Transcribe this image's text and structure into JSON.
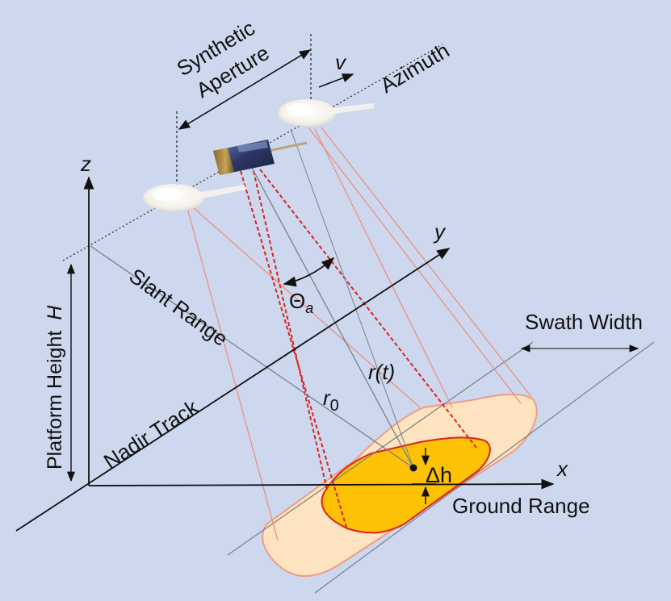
{
  "labels": {
    "synthetic": "Synthetic",
    "aperture": "Aperture",
    "velocity": "v",
    "azimuth": "Azimuth",
    "z_axis": "z",
    "y_axis": "y",
    "x_axis": "x",
    "platform_height": "Platform Height",
    "platform_height_symbol": "H",
    "slant_range": "Slant Range",
    "theta": "Θ",
    "theta_sub": "a",
    "swath_width": "Swath Width",
    "r_of_t": "r(t)",
    "r_zero": "r",
    "r_zero_sub": "0",
    "nadir_track": "Nadir Track",
    "delta_h": "Δh",
    "ground_range": "Ground Range"
  },
  "colors": {
    "background": "#cdd8ee",
    "beam_center": "#d8241f",
    "beam_edge": "#ec8f80",
    "footprint_outer": "#fde3bf",
    "footprint_inner": "#fdc206",
    "axis": "#111111"
  },
  "icons": {
    "satellite_left": "satellite-icon",
    "satellite_center": "satellite-icon",
    "satellite_right": "satellite-icon"
  }
}
